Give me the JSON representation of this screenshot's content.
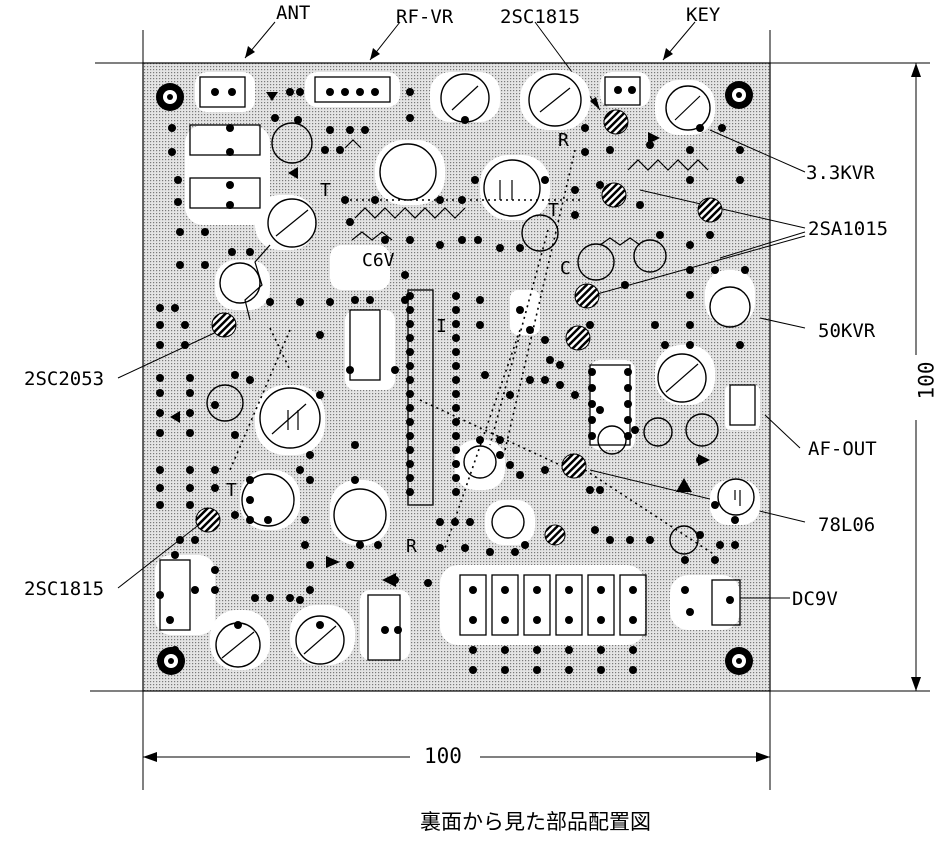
{
  "labels": {
    "ant": "ANT",
    "rf_vr": "RF-VR",
    "q_2sc1815_top": "2SC1815",
    "key": "KEY",
    "vr_3_3k": "3.3KVR",
    "q_2sa1015": "2SA1015",
    "vr_50k": "50KVR",
    "af_out": "AF-OUT",
    "reg_78l06": "78L06",
    "dc9v": "DC9V",
    "q_2sc2053": "2SC2053",
    "q_2sc1815_left": "2SC1815",
    "dim_width": "100",
    "dim_height": "100"
  },
  "board_marks": {
    "t1": "T",
    "t2": "T",
    "t3": "T",
    "r1": "R",
    "r2": "R",
    "c1": "C",
    "c6v": "C6V",
    "ic_pin": "I"
  },
  "caption": "裏面から見た部品配置図",
  "colors": {
    "board": "#dcdcdc",
    "ink": "#000000",
    "trace": "#ffffff"
  }
}
